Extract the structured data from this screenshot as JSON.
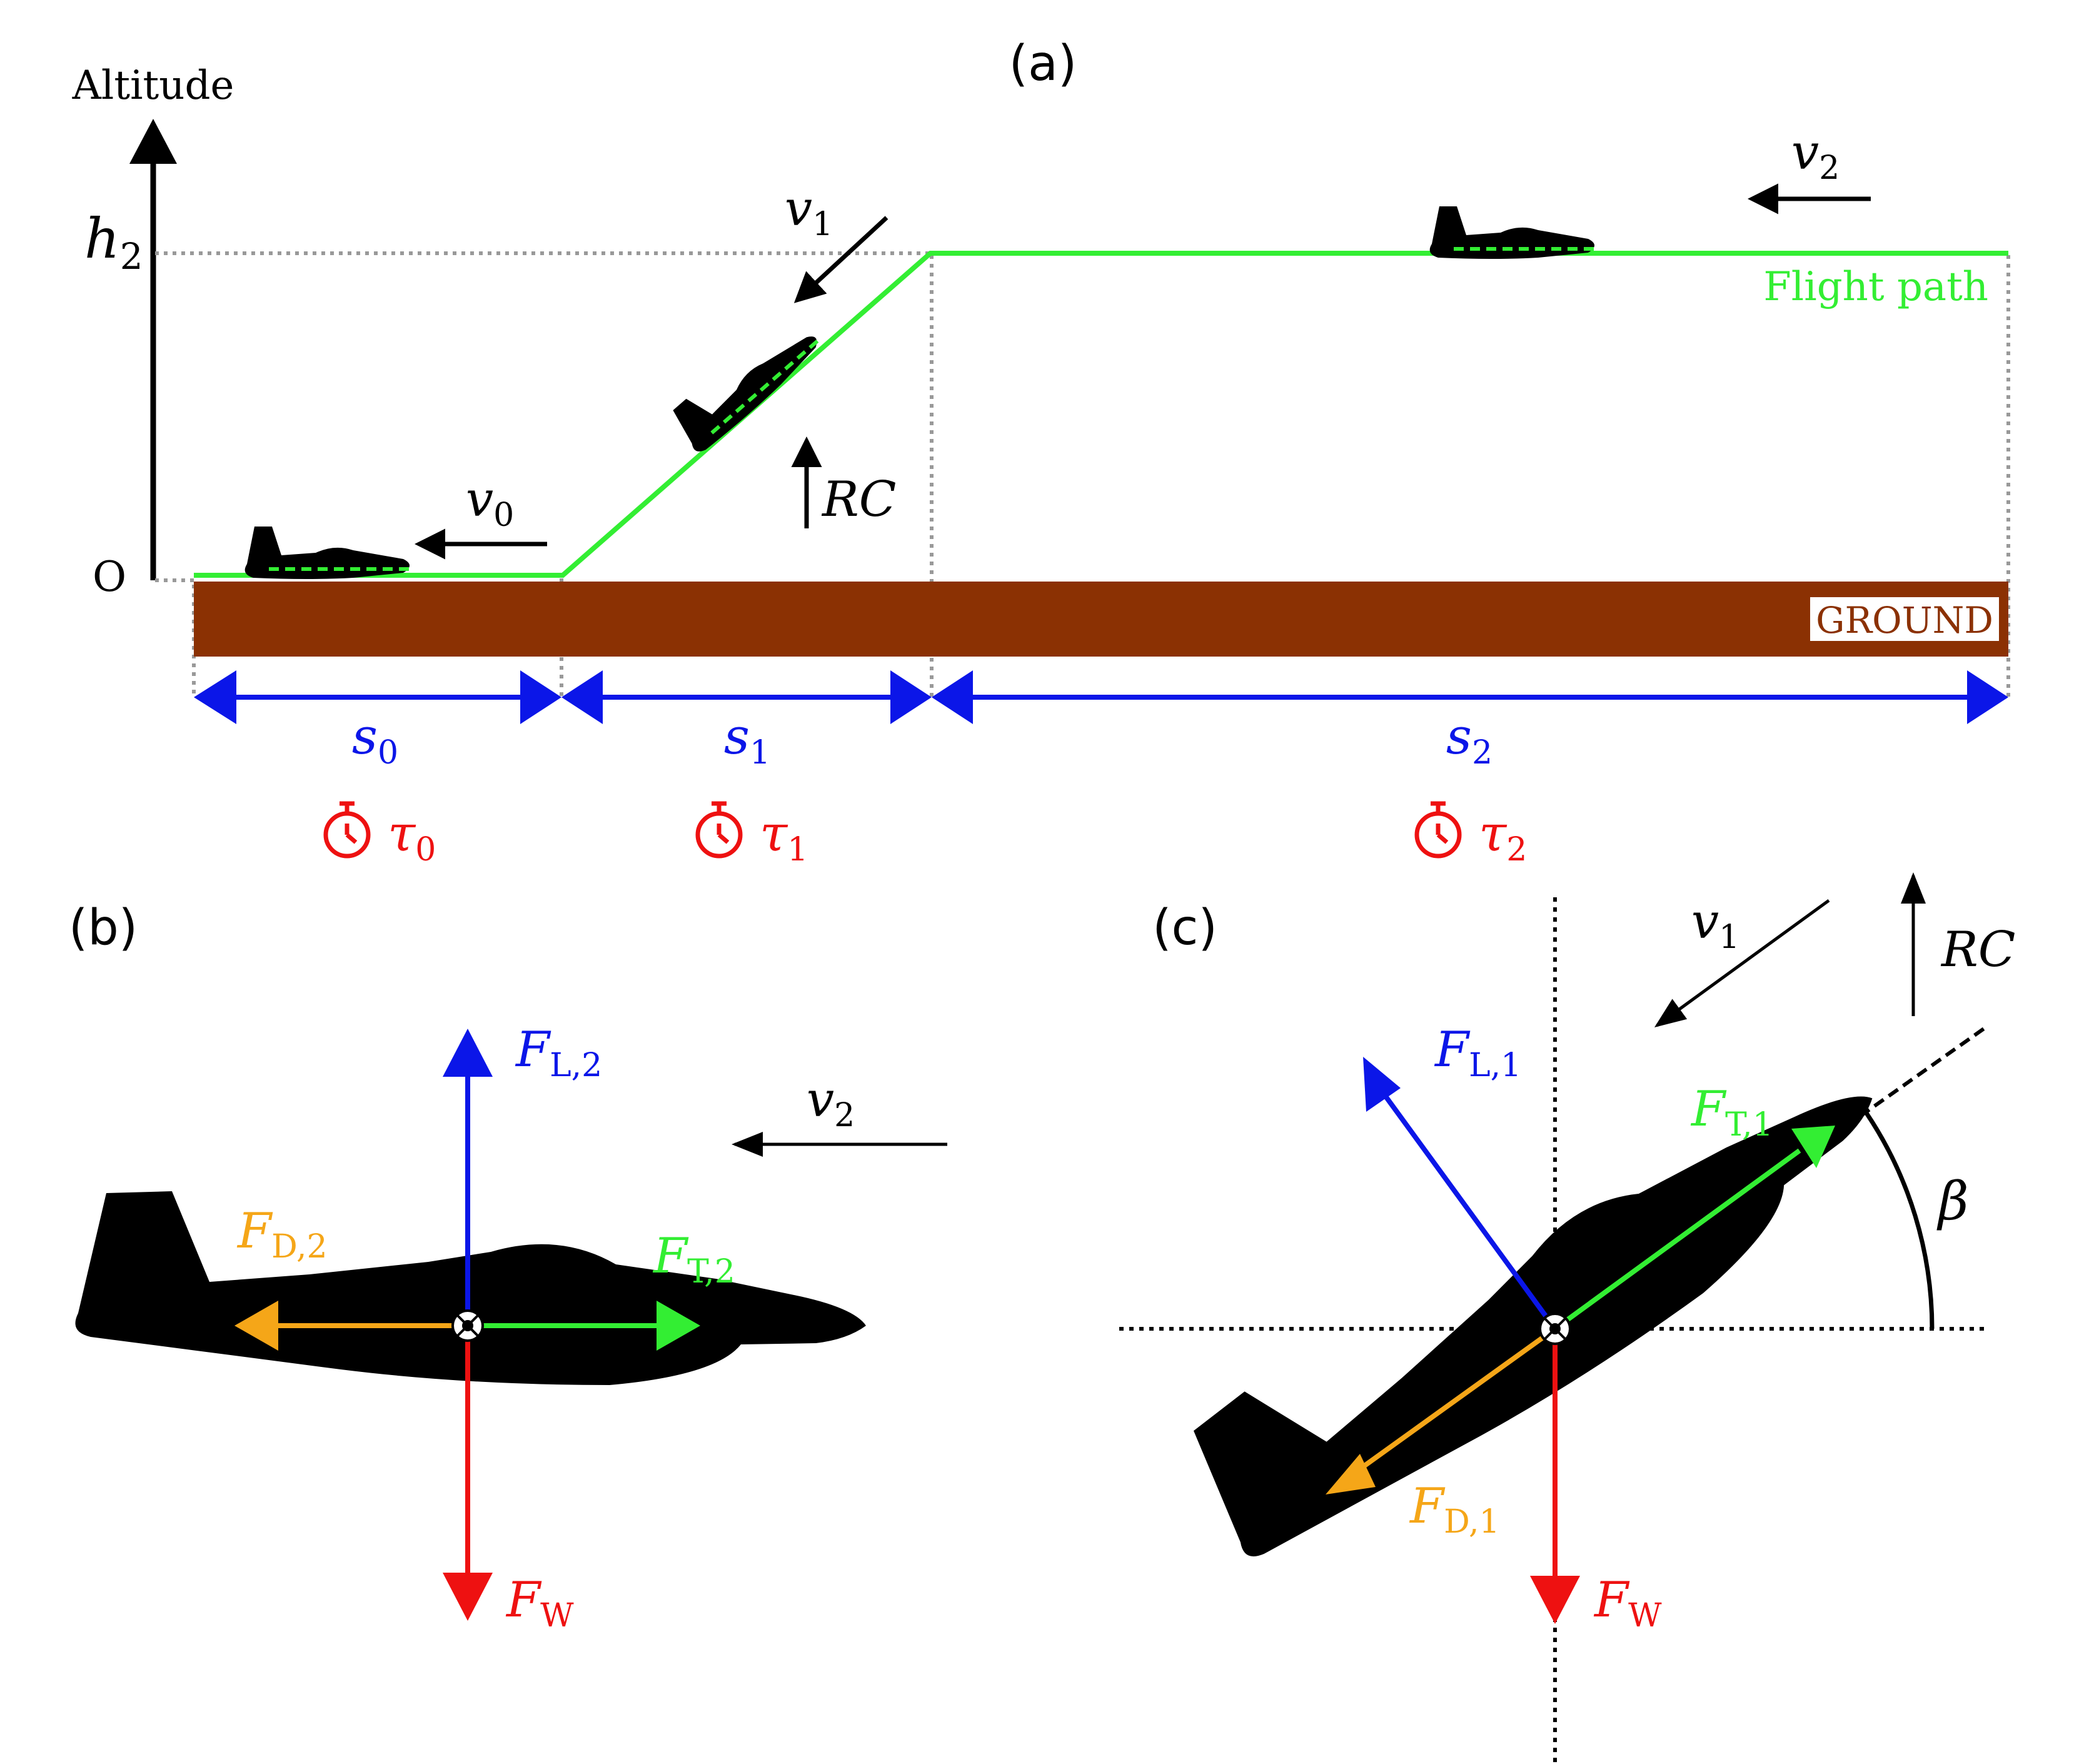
{
  "panels": {
    "a": {
      "label": "(a)"
    },
    "b": {
      "label": "(b)"
    },
    "c": {
      "label": "(c)"
    }
  },
  "axis": {
    "altitude": "Altitude",
    "h2": "h",
    "h2_sub": "2",
    "origin": "O"
  },
  "flight_path": {
    "label": "Flight path",
    "color": "#33ee33"
  },
  "ground": {
    "label": "GROUND",
    "color": "#8b3103"
  },
  "velocities": {
    "v0": {
      "sym": "v",
      "sub": "0"
    },
    "v1": {
      "sym": "v",
      "sub": "1"
    },
    "v2": {
      "sym": "v",
      "sub": "2"
    }
  },
  "rc": "RC",
  "segments": [
    {
      "sym": "s",
      "sub": "0",
      "tau_sym": "τ",
      "tau_sub": "0"
    },
    {
      "sym": "s",
      "sub": "1",
      "tau_sym": "τ",
      "tau_sub": "1"
    },
    {
      "sym": "s",
      "sub": "2",
      "tau_sym": "τ",
      "tau_sub": "2"
    }
  ],
  "forces_b": {
    "lift": {
      "sym": "F",
      "sub": "L,2"
    },
    "drag": {
      "sym": "F",
      "sub": "D,2"
    },
    "thrust": {
      "sym": "F",
      "sub": "T,2"
    },
    "weight": {
      "sym": "F",
      "sub": "W"
    }
  },
  "forces_c": {
    "lift": {
      "sym": "F",
      "sub": "L,1"
    },
    "drag": {
      "sym": "F",
      "sub": "D,1"
    },
    "thrust": {
      "sym": "F",
      "sub": "T,1"
    },
    "weight": {
      "sym": "F",
      "sub": "W"
    },
    "angle": "β"
  },
  "colors": {
    "lift": "#0b16e8",
    "weight": "#ee1111",
    "drag": "#f5a618",
    "thrust": "#33ee33",
    "segment": "#0b16e8",
    "timer": "#ee1111"
  }
}
